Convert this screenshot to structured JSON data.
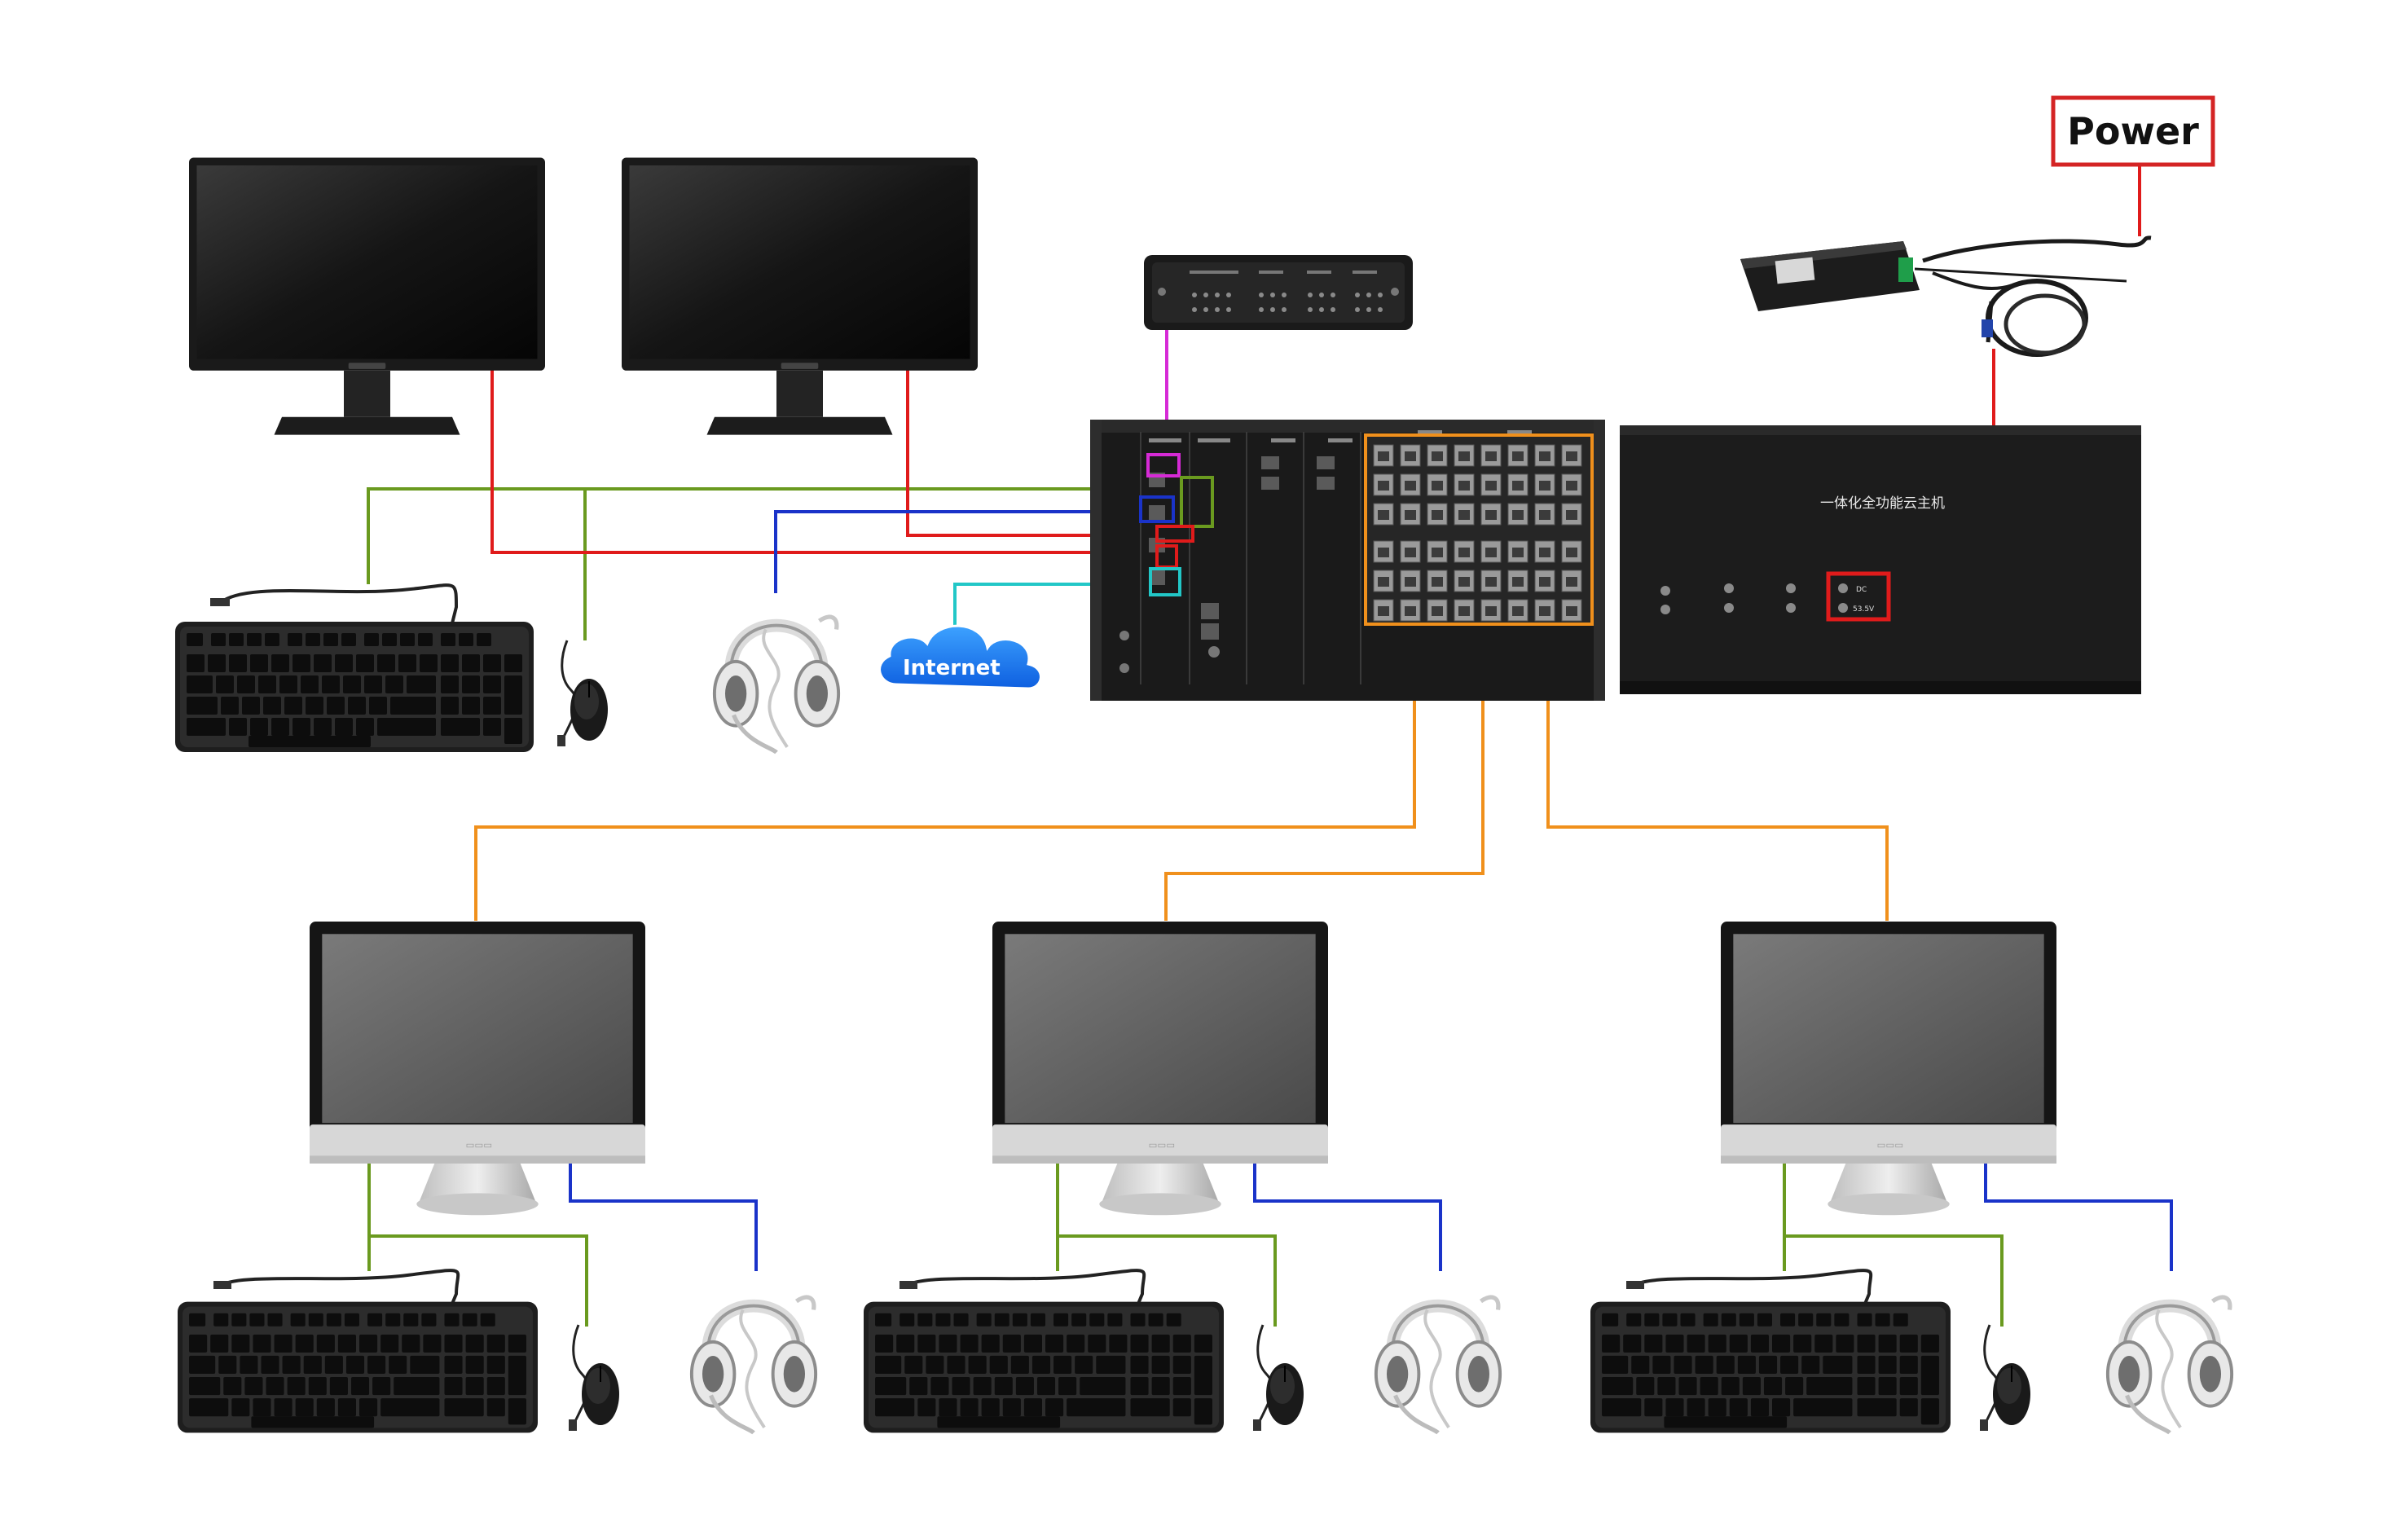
{
  "power_label": "Power",
  "internet_label": "Internet",
  "host_label": "一体化全功能云主机",
  "dc_label": "DC",
  "voltage_label": "53.5V",
  "colors": {
    "usb_green": "#6a9a1f",
    "video_red": "#e01b1b",
    "audio_blue": "#1a33c9",
    "network_cyan": "#22c7c7",
    "control_magenta": "#d62ad6",
    "terminal_orange": "#f0901c"
  },
  "devices": {
    "top_monitors": 2,
    "terminals": 3,
    "patch_ports": 48
  }
}
